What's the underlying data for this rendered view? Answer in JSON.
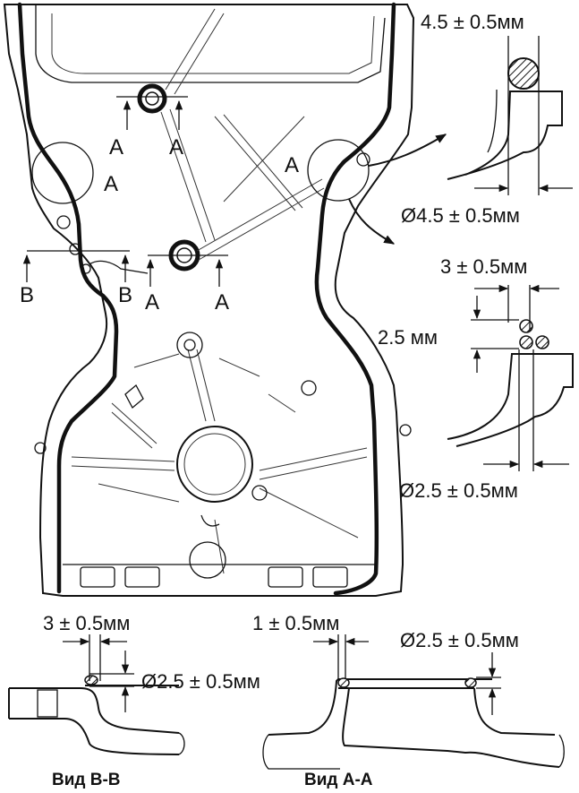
{
  "dimensions": {
    "top_width": "4.5 ± 0.5мм",
    "top_diameter": "Ø4.5 ± 0.5мм",
    "middle_spacing": "3 ± 0.5мм",
    "middle_gap": "2.5 мм",
    "middle_diameter": "Ø2.5 ± 0.5мм",
    "view_b_offset": "3 ± 0.5мм",
    "view_b_diameter": "Ø2.5 ± 0.5мм",
    "view_a_offset": "1 ± 0.5мм",
    "view_a_diameter": "Ø2.5 ± 0.5мм"
  },
  "section_markers": {
    "a": "A",
    "b": "B"
  },
  "views": {
    "b": "Вид B-B",
    "a": "Вид A-A"
  },
  "colors": {
    "line": "#111111",
    "sealant": "#111111",
    "hatch": "#d8d8d8"
  }
}
